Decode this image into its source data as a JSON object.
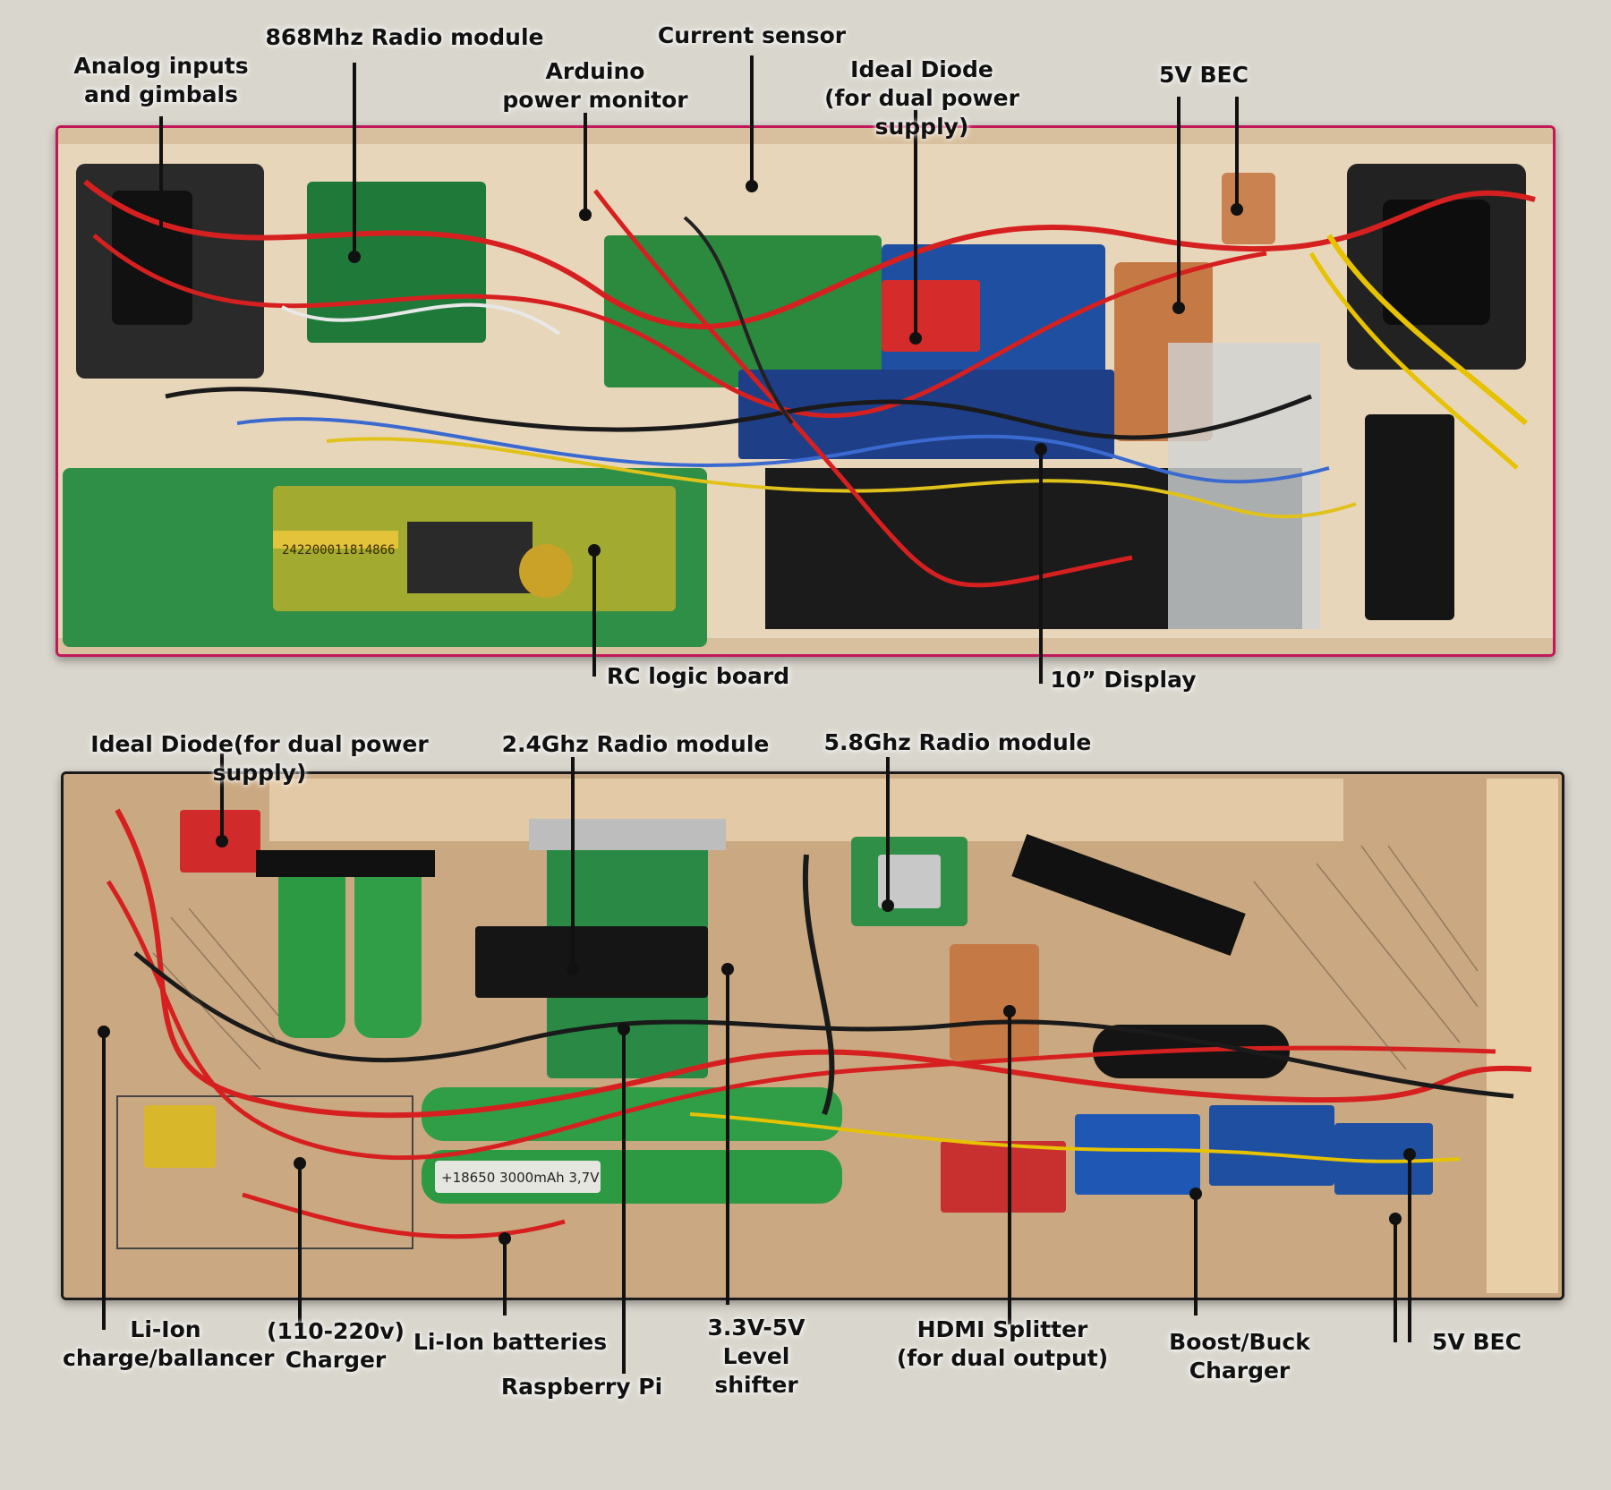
{
  "image_description_top": "Inside of a homemade RC transmitter: wiring, circuit boards and gimbals",
  "image_description_bottom": "Lower compartment: batteries, Raspberry Pi, radio modules and power electronics",
  "colors": {
    "background": "#d9d6cd",
    "label_text": "#111111",
    "leader_line": "#111111",
    "top_frame": "#c2185b",
    "bottom_frame": "#1b1b1b"
  },
  "top_labels": {
    "analog_inputs": "Analog inputs\nand gimbals",
    "radio_868": "868Mhz Radio module",
    "arduino_monitor": "Arduino\npower monitor",
    "current_sensor": "Current sensor",
    "ideal_diode": "Ideal Diode\n(for dual power supply)",
    "bec_5v": "5V BEC",
    "rc_logic_board": "RC logic board",
    "display_10": "10” Display"
  },
  "bottom_labels": {
    "ideal_diode": "Ideal Diode(for dual power supply)",
    "radio_24": "2.4Ghz Radio module",
    "radio_58": "5.8Ghz Radio module",
    "li_ion_charger": "Li-Ion\ncharge/ballancer",
    "charger_110_220": "(110-220v)\nCharger",
    "li_ion_batteries": "Li-Ion batteries",
    "raspberry_pi": "Raspberry Pi",
    "level_shifter": "3.3V-5V\nLevel shifter",
    "hdmi_splitter": "HDMI Splitter\n(for dual output)",
    "boost_buck": "Boost/Buck Charger",
    "bec_5v": "5V BEC"
  },
  "printed_text": {
    "battery_label": "+18650 3000mAh 3,7V",
    "pcb_barcode": "242200011814866"
  }
}
